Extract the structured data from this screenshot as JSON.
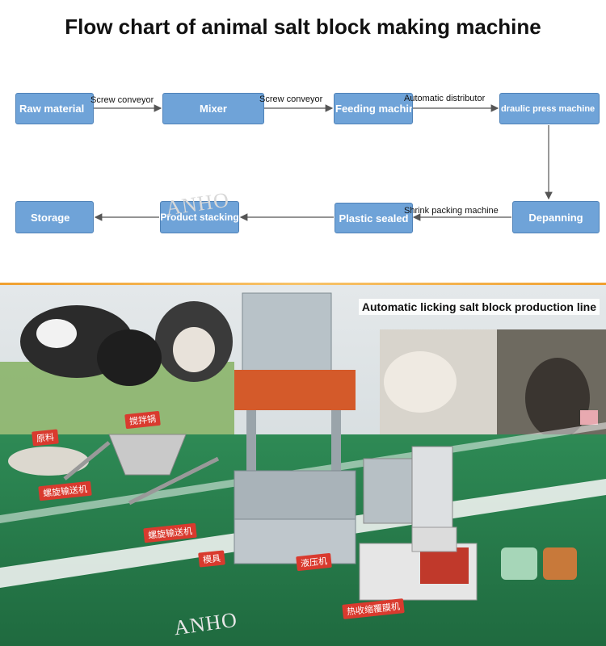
{
  "title": "Flow chart of animal salt block making machine",
  "nodes": {
    "raw_material": "Raw material",
    "mixer": "Mixer",
    "feeding_machine": "Feeding machine",
    "hydraulic_press": "draulic press machine",
    "depanning": "Depanning",
    "plastic_sealed": "Plastic sealed",
    "product_stacking": "Product stacking",
    "storage": "Storage"
  },
  "edges": {
    "screw_conveyor_1": "Screw conveyor",
    "screw_conveyor_2": "Screw conveyor",
    "automatic_distributor": "Automatic distributor",
    "shrink_packing_machine": "Shrink packing machine"
  },
  "watermark": "ANHO",
  "photo": {
    "caption": "Automatic licking salt block production line",
    "labels": {
      "raw_material_cn": "原料",
      "mixer_cn": "搅拌锅",
      "screw_conveyor_cn_1": "螺旋输送机",
      "screw_conveyor_cn_2": "螺旋输送机",
      "mold_cn": "模具",
      "hydraulic_press_cn": "液压机",
      "shrink_film_cn": "热收缩覆膜机"
    }
  },
  "colors": {
    "node_fill": "#6fa3d8",
    "node_border": "#4f82b8",
    "arrow": "#555555",
    "divider": "#f0a030",
    "label_tag": "#d93a2e"
  }
}
